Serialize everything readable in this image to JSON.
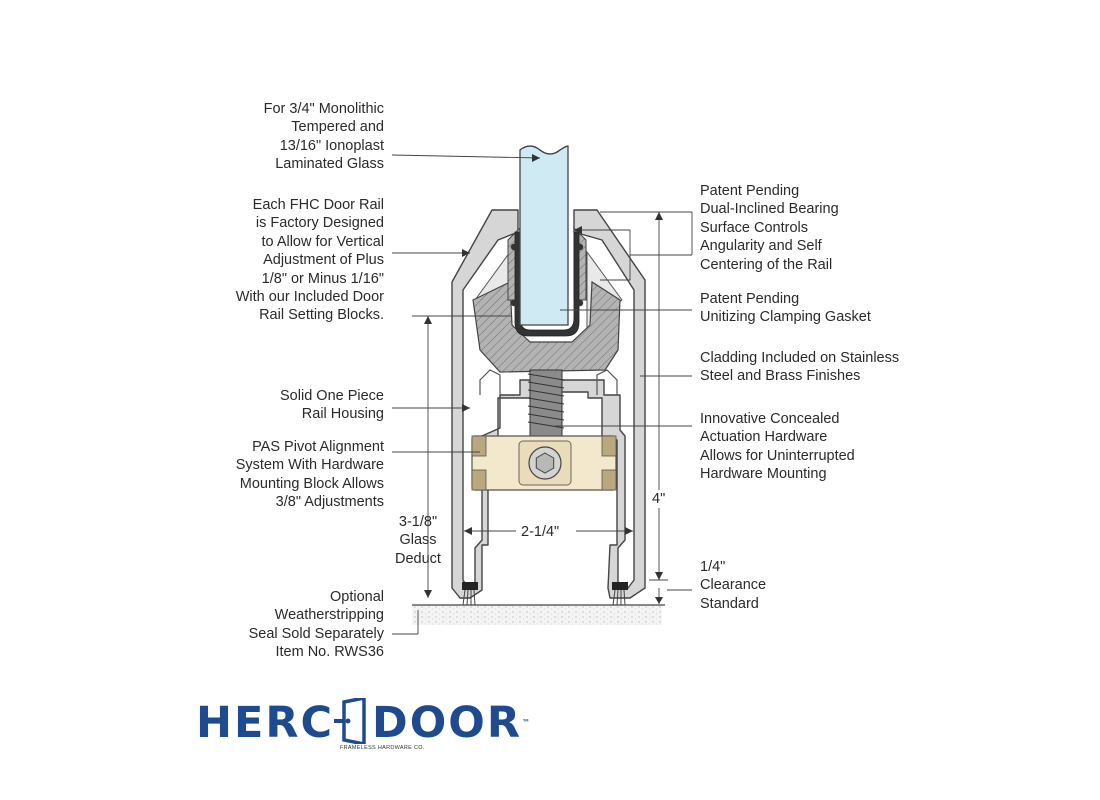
{
  "callouts": {
    "glass": "For 3/4\" Monolithic\nTempered and\n13/16\" Ionoplast\nLaminated Glass",
    "door_rail": "Each FHC Door Rail\nis Factory Designed\nto Allow for Vertical\nAdjustment of Plus\n1/8\" or Minus 1/16\"\nWith our Included Door\nRail Setting Blocks.",
    "housing": "Solid One Piece\nRail Housing",
    "pas": "PAS Pivot Alignment\nSystem With Hardware\nMounting Block Allows\n3/8\" Adjustments",
    "glass_deduct": "3-1/8\"\nGlass\nDeduct",
    "weatherstrip": "Optional\nWeatherstripping\nSeal Sold Separately\nItem No. RWS36",
    "bearing": "Patent Pending\nDual-Inclined Bearing\nSurface Controls\nAngularity and Self\nCentering of the Rail",
    "gasket": "Patent Pending\nUnitizing Clamping Gasket",
    "cladding": "Cladding Included on Stainless\nSteel and Brass Finishes",
    "actuation": "Innovative Concealed\nActuation Hardware\nAllows for Uninterrupted\nHardware Mounting",
    "clearance": "1/4\"\nClearance\nStandard"
  },
  "dimensions": {
    "width": "2-1/4\"",
    "height": "4\""
  },
  "logo": {
    "part1": "HERC",
    "part2": "DOOR",
    "tm": "™",
    "subtitle": "FRAMELESS HARDWARE CO."
  },
  "colors": {
    "glass": "#cfeaf2",
    "housing": "#d8d8d8",
    "gasket": "#a8a8a8",
    "block": "#f3e8cc",
    "block_end": "#b9a77e",
    "logo": "#1e4b8f"
  }
}
